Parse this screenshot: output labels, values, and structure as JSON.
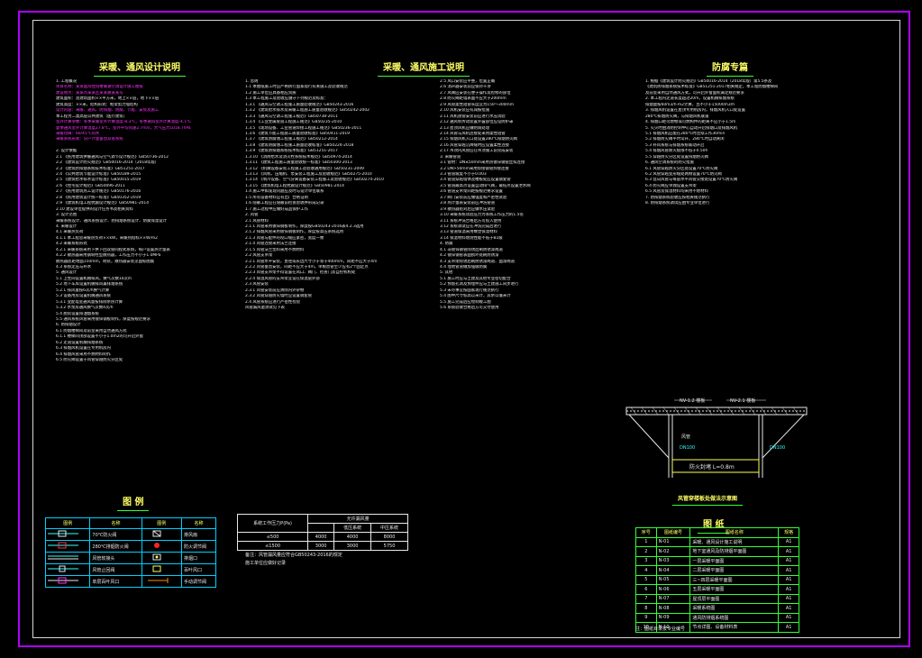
{
  "titles": {
    "design": "采暖、通风设计说明",
    "construction": "采暖、通风施工说明",
    "smoke": "防腐专篇",
    "legend": "图 例",
    "index": "图 纸",
    "diagram": "风管穿楼板处做法示意图"
  },
  "design_col": [
    {
      "t": "1. 工程概况",
      "c": "w"
    },
    {
      "t": "  项目名称：某某医院住院楼暖通空调设计施工图纸",
      "c": "m"
    },
    {
      "t": "  建设地点：某某市某某区某某路某某号",
      "c": "m"
    },
    {
      "t": "  建筑面积：总建筑面积××平方米，地上××层，地下××层",
      "c": "w"
    },
    {
      "t": "  建筑高度：××米，结构形式：框架剪力墙结构",
      "c": "w"
    },
    {
      "t": "  设计内容：采暖、通风、防排烟、防腐、节能、安装及施工",
      "c": "m"
    },
    {
      "t": "  本工程为二类高层公共建筑（医疗建筑）",
      "c": "w"
    },
    {
      "t": "  室外计算参数：冬季采暖室外计算温度-8.3℃，冬季通风室外计算温度-4.1℃",
      "c": "m"
    },
    {
      "t": "  夏季通风室外计算温度27.8℃，室外平均风速2.7m/s，大气压力1018.7hPa",
      "c": "m"
    },
    {
      "t": "  采暖热媒：60/45℃热水",
      "c": "m"
    },
    {
      "t": "  采暖系统形式：分户计量垂直双管系统",
      "c": "m"
    },
    {
      "t": "",
      "c": "w"
    },
    {
      "t": "2. 设计依据",
      "c": "w"
    },
    {
      "t": "2.1 《民用建筑供暖通风与空气调节设计规范》GB50736-2012",
      "c": "w"
    },
    {
      "t": "2.2 《建筑设计防火规范》GB50016-2014（2018年版）",
      "c": "w"
    },
    {
      "t": "2.3 《建筑防排烟系统技术标准》GB51251-2017",
      "c": "w"
    },
    {
      "t": "2.4 《公共建筑节能设计标准》GB50189-2015",
      "c": "w"
    },
    {
      "t": "2.5 《建筑给水排水设计标准》GB50015-2019",
      "c": "w"
    },
    {
      "t": "2.6 《住宅设计规范》GB50096-2011",
      "c": "w"
    },
    {
      "t": "2.7 《民用建筑热工设计规范》GB50176-2016",
      "c": "w"
    },
    {
      "t": "2.8 《民用建筑设计统一标准》GB50352-2019",
      "c": "w"
    },
    {
      "t": "2.9 《建筑机电工程抗震设计规范》GB50981-2014",
      "c": "w"
    },
    {
      "t": "2.10 建设单位提供的设计任务书及相关资料",
      "c": "w"
    },
    {
      "t": "3. 设计范围",
      "c": "w"
    },
    {
      "t": "  采暖系统设计、通风系统设计、防排烟系统设计、防腐保温设计",
      "c": "w"
    },
    {
      "t": "4. 采暖设计",
      "c": "w"
    },
    {
      "t": "4.1 采暖热负荷",
      "c": "w"
    },
    {
      "t": "4.1.1 本工程总采暖热负荷××kW，采暖热指标××W/m2",
      "c": "w"
    },
    {
      "t": "4.2 采暖系统形式",
      "c": "w"
    },
    {
      "t": "4.2.1 采暖系统采用下供下回双管同程式系统，每户设置热计量表",
      "c": "w"
    },
    {
      "t": "4.2.2 散热器采用钢制柱型散热器，工作压力不小于1.0MPa",
      "c": "w"
    },
    {
      "t": "  散热器底距地面150mm，明装，散热器安装见国标图集",
      "c": "w"
    },
    {
      "t": "4.3 系统定压与补水",
      "c": "w"
    },
    {
      "t": "5. 通风设计",
      "c": "w"
    },
    {
      "t": "5.1 卫生间设置机械排风，换气次数10次/h",
      "c": "w"
    },
    {
      "t": "5.2 地下车库设置机械排风兼排烟系统",
      "c": "w"
    },
    {
      "t": "5.2.1 排风量按6次/h换气计算",
      "c": "w"
    },
    {
      "t": "5.3 设备用房设置机械通风系统",
      "c": "w"
    },
    {
      "t": "5.3.1 变配电室通风量按排除余热计算",
      "c": "w"
    },
    {
      "t": "5.3.2 水泵房通风换气次数4次/h",
      "c": "w"
    },
    {
      "t": "5.4 厨房设置排油烟系统",
      "c": "w"
    },
    {
      "t": "5.5 通风系统风管采用镀锌钢板制作，厚度按规范要求",
      "c": "w"
    },
    {
      "t": "6. 防排烟设计",
      "c": "w"
    },
    {
      "t": "6.1 防烟楼梯间及前室采用自然通风方式",
      "c": "w"
    },
    {
      "t": "6.1.1 楼梯间顶部设置不小于1.0m2的可开启外窗",
      "c": "w"
    },
    {
      "t": "6.2 走道设置机械排烟系统",
      "c": "w"
    },
    {
      "t": "6.3 排烟风机设置在专用机房内",
      "c": "w"
    },
    {
      "t": "6.4 排烟风管采用不燃材料制作",
      "c": "w"
    },
    {
      "t": "6.5 防火阀设置于风管穿越防火分区处",
      "c": "w"
    }
  ],
  "construction_col1": [
    {
      "t": "1. 总则",
      "c": "w"
    },
    {
      "t": "1.1 本图纸施工时应严格执行国家现行有关施工及验收规范",
      "c": "w"
    },
    {
      "t": "1.2 施工单位应具备相应资质",
      "c": "w"
    },
    {
      "t": "1.3 本工程施工及验收应遵守下列规范及标准：",
      "c": "w"
    },
    {
      "t": "1.3.1 《通风与空调工程施工质量验收规范》GB50243-2016",
      "c": "w"
    },
    {
      "t": "1.3.2 《建筑给水排水及采暖工程施工质量验收规范》GB50242-2002",
      "c": "w"
    },
    {
      "t": "1.3.3 《通风与空调工程施工规范》GB50738-2011",
      "c": "w"
    },
    {
      "t": "1.3.4 《工业金属管道工程施工规范》GB50235-2010",
      "c": "w"
    },
    {
      "t": "1.3.5 《现场设备、工业管道焊接工程施工规范》GB50236-2011",
      "c": "w"
    },
    {
      "t": "1.3.6 《建筑节能工程施工质量验收标准》GB50411-2019",
      "c": "w"
    },
    {
      "t": "1.3.7 《建筑防腐蚀工程施工规范》GB50212-2014",
      "c": "w"
    },
    {
      "t": "1.3.8 《建筑防腐蚀工程施工质量验收标准》GB50224-2018",
      "c": "w"
    },
    {
      "t": "1.3.9 《建筑防排烟系统技术标准》GB51251-2017",
      "c": "w"
    },
    {
      "t": "1.3.10 《消防给水及消火栓系统技术规范》GB50974-2014",
      "c": "w"
    },
    {
      "t": "1.3.11 《建筑工程施工质量验收统一标准》GB50300-2013",
      "c": "w"
    },
    {
      "t": "1.3.12 《机械设备安装工程施工及验收通用规范》GB50231-2009",
      "c": "w"
    },
    {
      "t": "1.3.13 《风机、压缩机、泵安装工程施工及验收规范》GB50275-2010",
      "c": "w"
    },
    {
      "t": "1.3.14 《制冷设备、空气分离设备安装工程施工及验收规范》GB50274-2010",
      "c": "w"
    },
    {
      "t": "1.3.15 《建筑机电工程抗震设计规范》GB50981-2014",
      "c": "w"
    },
    {
      "t": "1.4 施工中如发现问题应及时与设计单位联系",
      "c": "w"
    },
    {
      "t": "1.5 所有设备材料应有出厂合格证明",
      "c": "w"
    },
    {
      "t": "1.6 隐蔽工程应在隐蔽前检查验收并形成记录",
      "c": "w"
    },
    {
      "t": "1.7 施工过程中应做好成品保护工作",
      "c": "w"
    },
    {
      "t": "2. 风管",
      "c": "w"
    },
    {
      "t": "2.1 风管材料",
      "c": "w"
    },
    {
      "t": "2.1.1 风管采用镀锌钢板制作，厚度按GB50243-2016表4.2.3选用",
      "c": "w"
    },
    {
      "t": "2.1.2 排烟风管采用镀锌钢板制作，厚度按高压系统选用",
      "c": "w"
    },
    {
      "t": "2.1.3 风管与配件的咬口缝应紧密，宽度一致",
      "c": "w"
    },
    {
      "t": "2.1.4 风管连接采用法兰连接",
      "c": "w"
    },
    {
      "t": "2.1.5 风管法兰垫料采用不燃材料",
      "c": "w"
    },
    {
      "t": "2.2 风管支吊架",
      "c": "w"
    },
    {
      "t": "2.2.1 风管水平安装，直径或长边尺寸小于等于400mm，间距不应大于4m",
      "c": "w"
    },
    {
      "t": "2.2.2 风管垂直安装，间距不应大于4m，单根直管至少应有2个固定点",
      "c": "w"
    },
    {
      "t": "2.2.3 风管支吊架不得设置在风口、阀门、检查门及自控机构处",
      "c": "w"
    },
    {
      "t": "2.2.4 保温风管的支吊架宜设在保温层外部",
      "c": "w"
    },
    {
      "t": "2.3 风管安装",
      "c": "w"
    },
    {
      "t": "2.3.1 风管安装前应清除内外杂物",
      "c": "w"
    },
    {
      "t": "2.3.2 风管穿越防火墙时应设置钢套管",
      "c": "w"
    },
    {
      "t": "2.4 风管系统应进行严密性检验",
      "c": "w"
    },
    {
      "t": "风管漏风量测试见下表",
      "c": "w"
    }
  ],
  "construction_col2": [
    {
      "t": "2.5 风口安装应平整，位置正确",
      "c": "w"
    },
    {
      "t": "2.6 消声器安装前应保持干净",
      "c": "w"
    },
    {
      "t": "2.7 风阀应安装在便于操作及检修的部位",
      "c": "w"
    },
    {
      "t": "2.8 防火阀距墙表面不应大于200mm",
      "c": "w"
    },
    {
      "t": "2.9 风管柔性短管长度宜为150～300mm",
      "c": "w"
    },
    {
      "t": "2.10 风机安装应有减振措施",
      "c": "w"
    },
    {
      "t": "2.11 风机盘管安装前应进行水压试验",
      "c": "w"
    },
    {
      "t": "2.12 通风机传动装置外露部位应设防护罩",
      "c": "w"
    },
    {
      "t": "2.13 屋顶风机应做防雨处理",
      "c": "w"
    },
    {
      "t": "2.14 风管与风机连接处采用柔性短管",
      "c": "w"
    },
    {
      "t": "2.15 排烟风机入口处设置280℃排烟防火阀",
      "c": "w"
    },
    {
      "t": "2.16 风管穿越沉降缝时应设置柔性连接",
      "c": "w"
    },
    {
      "t": "2.17 吊顶内风管应在吊顶施工前完成安装",
      "c": "w"
    },
    {
      "t": "3. 采暖管道",
      "c": "w"
    },
    {
      "t": "3.1 管材：DN≤50mm采用热镀锌钢管丝扣连接",
      "c": "w"
    },
    {
      "t": "3.2 DN>50mm采用焊接钢管焊接连接",
      "c": "w"
    },
    {
      "t": "3.3 管道坡度不小于0.003",
      "c": "w"
    },
    {
      "t": "3.4 管道穿越墙体及楼板处应设置钢套管",
      "c": "w"
    },
    {
      "t": "3.5 管道最高点设置自动排气阀，最低点设置泄水阀",
      "c": "w"
    },
    {
      "t": "3.6 管道支吊架间距按规范要求设置",
      "c": "w"
    },
    {
      "t": "3.7 阀门安装前应做强度和严密性试验",
      "c": "w"
    },
    {
      "t": "3.8 热计量表安装前应冲洗管道",
      "c": "w"
    },
    {
      "t": "3.9 散热器组对后应做水压试验",
      "c": "w"
    },
    {
      "t": "3.10 采暖系统试验压力为系统工作压力的1.5倍",
      "c": "w"
    },
    {
      "t": "3.11 系统冲洗合格后方可投入使用",
      "c": "w"
    },
    {
      "t": "3.12 系统调试应在冲洗完成后进行",
      "c": "w"
    },
    {
      "t": "3.13 管道保温采用橡塑保温材料",
      "c": "w"
    },
    {
      "t": "3.14 保温材料燃烧性能不低于B1级",
      "c": "w"
    },
    {
      "t": "4. 防腐",
      "c": "w"
    },
    {
      "t": "4.1 非镀锌钢管除锈后刷防锈漆两道",
      "c": "w"
    },
    {
      "t": "4.2 镀锌钢管表面损坏处刷防锈漆",
      "c": "w"
    },
    {
      "t": "4.3 支吊架除锈后刷防锈漆两道、面漆两道",
      "c": "w"
    },
    {
      "t": "4.4 埋地管道做加强级防腐",
      "c": "w"
    },
    {
      "t": "5. 其他",
      "c": "w"
    },
    {
      "t": "5.1 施工时应与土建及其他专业密切配合",
      "c": "w"
    },
    {
      "t": "5.2 预留孔洞及预埋件应与土建施工同步进行",
      "c": "w"
    },
    {
      "t": "5.3 未尽事宜按国家现行规范执行",
      "c": "w"
    },
    {
      "t": "5.4 图中尺寸标高以米计，其余以毫米计",
      "c": "w"
    },
    {
      "t": "5.5 施工完成后应绘制竣工图",
      "c": "w"
    },
    {
      "t": "5.6 系统验收合格后方可交付使用",
      "c": "w"
    }
  ],
  "smoke_col": [
    {
      "t": "1. 根据《建筑设计防火规范》GB50016-2014（2018年版）第5.5条及",
      "c": "w"
    },
    {
      "t": "《建筑防排烟系统技术标准》GB51251-2017相关规定，本工程防烟楼梯间",
      "c": "w"
    },
    {
      "t": "及前室采用自然通风方式，可开启外窗面积满足规范要求",
      "c": "w"
    },
    {
      "t": "2. 本工程内走道长度超过20m，设置机械排烟系统",
      "c": "w"
    },
    {
      "t": "排烟量按60m3/h·m2计算，且不小于15000m3/h",
      "c": "w"
    },
    {
      "t": "3. 排烟风机设置在屋顶专用机房内，排烟风机入口处设置",
      "c": "w"
    },
    {
      "t": "280℃排烟防火阀，与排烟风机联锁",
      "c": "w"
    },
    {
      "t": "4. 排烟口距可燃物或可燃构件的距离不应小于1.5m",
      "c": "w"
    },
    {
      "t": "5. 火灾时由消防控制中心自动开启排烟口及排烟风机",
      "c": "w"
    },
    {
      "t": "5.1 排烟风机应能在280℃时连续工作30min",
      "c": "w"
    },
    {
      "t": "5.2 排烟防火阀平时常开，280℃时自动关闭",
      "c": "w"
    },
    {
      "t": "5.3 补风系统与排烟系统联动开启",
      "c": "w"
    },
    {
      "t": "5.4 排烟风管耐火极限不低于0.50h",
      "c": "w"
    },
    {
      "t": "5.5 穿越防火分区处设置排烟防火阀",
      "c": "w"
    },
    {
      "t": "6. 通风空调系统的防火措施",
      "c": "w"
    },
    {
      "t": "6.1 风管穿越防火分区处设置70℃防火阀",
      "c": "w"
    },
    {
      "t": "6.2 风管穿越变形缝处两侧设置70℃防火阀",
      "c": "w"
    },
    {
      "t": "6.3 竖向风管与每层水平风管交接处设置70℃防火阀",
      "c": "w"
    },
    {
      "t": "6.4 防火阀应单独设置支吊架",
      "c": "w"
    },
    {
      "t": "6.5 风管及保温材料均采用不燃材料",
      "c": "w"
    },
    {
      "t": "7. 防排烟系统验收应按相关规范执行",
      "c": "w"
    },
    {
      "t": "8. 防排烟系统调试应由专业单位进行",
      "c": "w"
    }
  ],
  "legend": {
    "headers": [
      "图例",
      "名称",
      "图例",
      "名称"
    ],
    "rows": [
      {
        "n1": "70℃防火阀",
        "n2": "排风扇"
      },
      {
        "n1": "280℃排烟防火阀",
        "n2": "防火调节阀"
      },
      {
        "n1": "风管软接头",
        "n2": "排烟口"
      },
      {
        "n1": "风管止回阀",
        "n2": "百叶风口"
      },
      {
        "n1": "单层百叶风口",
        "n2": "手动调节阀"
      }
    ]
  },
  "vent_table": {
    "header1": "系统工作压力P(Pa)",
    "header2": "允许漏风量",
    "sub": [
      "低压系统",
      "中压系统"
    ],
    "rows": [
      [
        "≤500",
        "4000",
        "4000",
        "8000"
      ],
      [
        "≤1500",
        "3000",
        "3000",
        "5750"
      ]
    ],
    "note1": "备注：风管漏风量应符合GB50243-2016的规定",
    "note2": "施工单位应做好记录"
  },
  "index": {
    "headers": [
      "序号",
      "图纸编号",
      "图纸名称",
      "规格"
    ],
    "rows": [
      [
        "1",
        "N-01",
        "采暖、通风设计施工说明",
        "A1"
      ],
      [
        "2",
        "N-02",
        "地下室通风及防排烟平面图",
        "A1"
      ],
      [
        "3",
        "N-03",
        "一层采暖平面图",
        "A1"
      ],
      [
        "4",
        "N-04",
        "二层采暖平面图",
        "A1"
      ],
      [
        "5",
        "N-05",
        "三~四层采暖平面图",
        "A1"
      ],
      [
        "6",
        "N-06",
        "五层采暖平面图",
        "A1"
      ],
      [
        "7",
        "N-07",
        "屋顶层平面图",
        "A1"
      ],
      [
        "8",
        "N-08",
        "采暖系统图",
        "A1"
      ],
      [
        "9",
        "N-09",
        "通风防排烟系统图",
        "A1"
      ],
      [
        "10",
        "N-10",
        "节点详图、设备材料表",
        "A1"
      ]
    ],
    "footnote": "注：图纸目录按专业编号"
  },
  "diagram_labels": {
    "left_top": "NV-1.2 楼板",
    "right_top": "NV-2.1 楼板",
    "mid_label": "风管",
    "bottom_box": "防火封堵 L=0.8m",
    "left_pipe": "DN100",
    "right_pipe": "DN100"
  }
}
